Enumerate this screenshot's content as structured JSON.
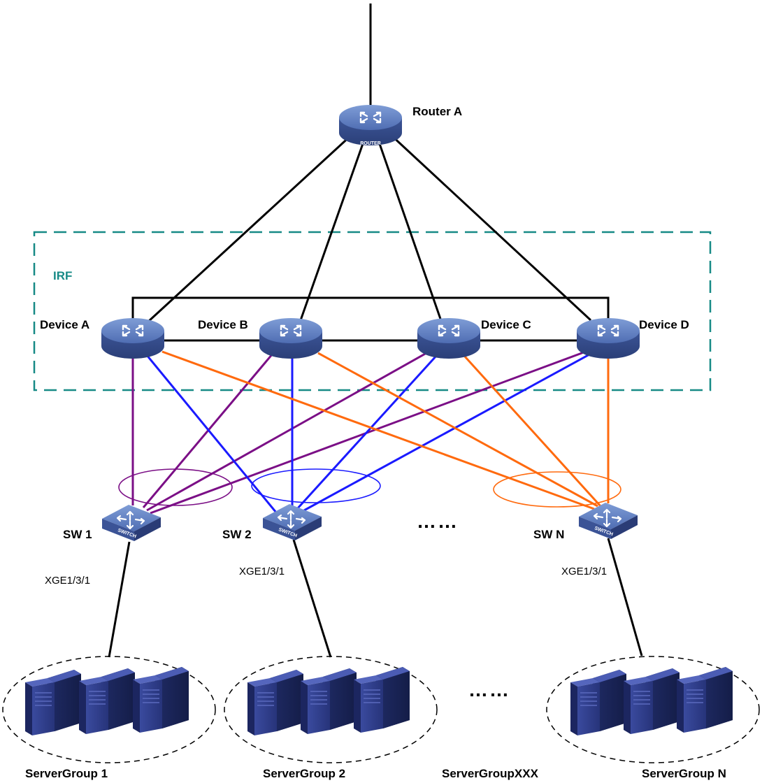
{
  "router": {
    "label": "Router A",
    "badge": "ROUTER"
  },
  "irf": {
    "label": "IRF",
    "color": "#178a86"
  },
  "devices": [
    {
      "label": "Device A"
    },
    {
      "label": "Device B"
    },
    {
      "label": "Device C"
    },
    {
      "label": "Device D"
    }
  ],
  "switches": [
    {
      "label": "SW 1",
      "port": "XGE1/3/1",
      "badge": "SWITCH"
    },
    {
      "label": "SW 2",
      "port": "XGE1/3/1",
      "badge": "SWITCH"
    },
    {
      "label": "SW N",
      "port": "XGE1/3/1",
      "badge": "SWITCH"
    }
  ],
  "switch_ellipsis": "……",
  "server_groups": [
    {
      "label": "ServerGroup 1"
    },
    {
      "label": "ServerGroup 2"
    },
    {
      "label": "ServerGroupXXX"
    },
    {
      "label": "ServerGroup N"
    }
  ],
  "server_ellipsis": "……",
  "colors": {
    "black_link": "#000000",
    "purple_link": "#7b0f86",
    "blue_link": "#1a1aff",
    "orange_link": "#ff6a0e",
    "device_fill": "#5a79bd",
    "server_fill": "#2c3a8c"
  }
}
